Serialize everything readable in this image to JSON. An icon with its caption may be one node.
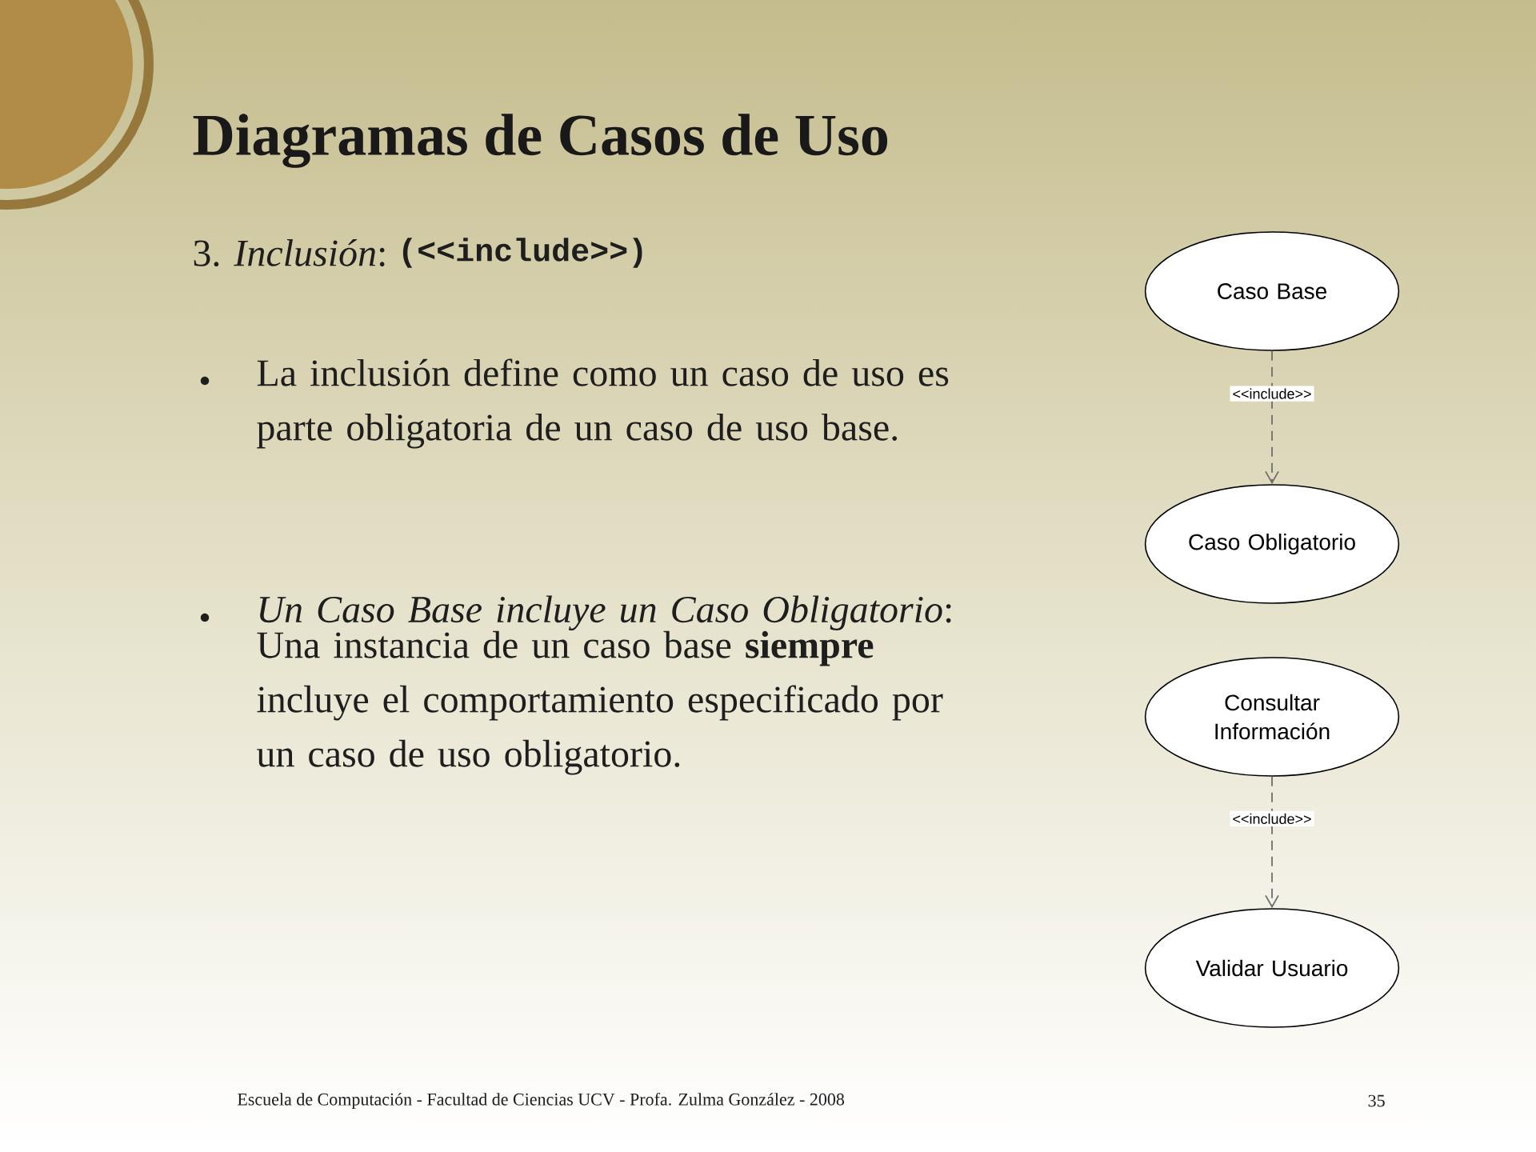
{
  "diagram": {
    "title": "Diagramas de Casos de Uso",
    "nodes": [
      {
        "text": [
          "Caso Base"
        ]
      },
      {
        "text": [
          "Caso Obligatorio"
        ]
      },
      {
        "text": [
          "Consultar Información"
        ]
      },
      {
        "text": [
          "Validar Usuario"
        ]
      }
    ],
    "edges": [
      {
        "from": 0,
        "to": 1,
        "arrow": "to",
        "style": "dashed",
        "label": "<<include>>"
      },
      {
        "from": 2,
        "to": 3,
        "arrow": "to",
        "style": "dashed",
        "label": "<<include>>"
      }
    ],
    "labels": [
      "3. *Inclusión*:",
      "(<<include>>)",
      "La inclusión define como un caso de uso es parte obligatoria de un caso de uso base.",
      "*Un Caso Base incluye  un Caso Obligatorio*:",
      "Una instancia de un caso base **siempre** incluye el comportamiento especificado por un caso de uso obligatorio.",
      "Escuela de Computación - Facultad de Ciencias UCV - Profa. Zulma González - 2008",
      "35"
    ]
  }
}
